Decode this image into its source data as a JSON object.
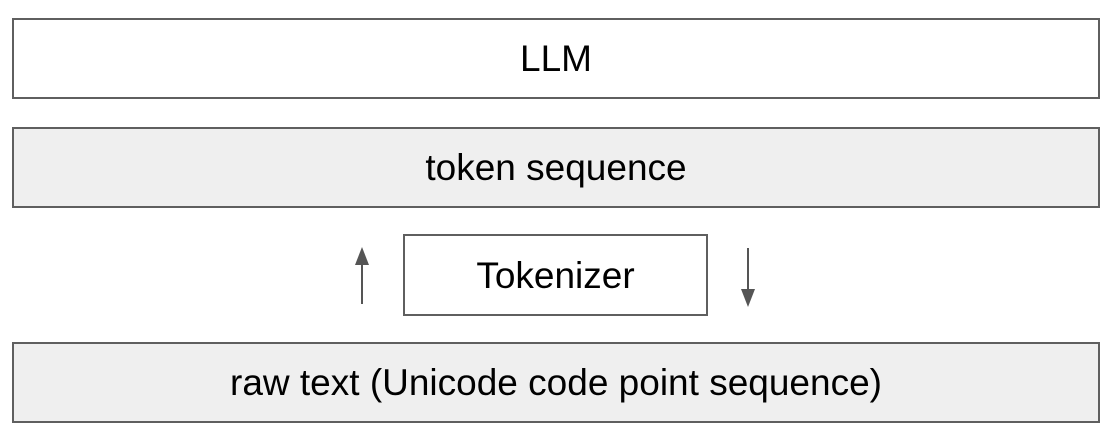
{
  "diagram": {
    "layers": {
      "llm": "LLM",
      "token_sequence": "token sequence",
      "tokenizer": "Tokenizer",
      "raw_text": "raw text (Unicode code point sequence)"
    },
    "colors": {
      "border": "#5f5f5f",
      "gray_fill": "#efefef",
      "white_fill": "#ffffff",
      "arrow": "#555555"
    },
    "arrows": [
      {
        "from": "raw_text",
        "to": "token_sequence",
        "direction": "up",
        "icon": "arrow-up-icon"
      },
      {
        "from": "token_sequence",
        "to": "raw_text",
        "direction": "down",
        "icon": "arrow-down-icon"
      }
    ]
  }
}
